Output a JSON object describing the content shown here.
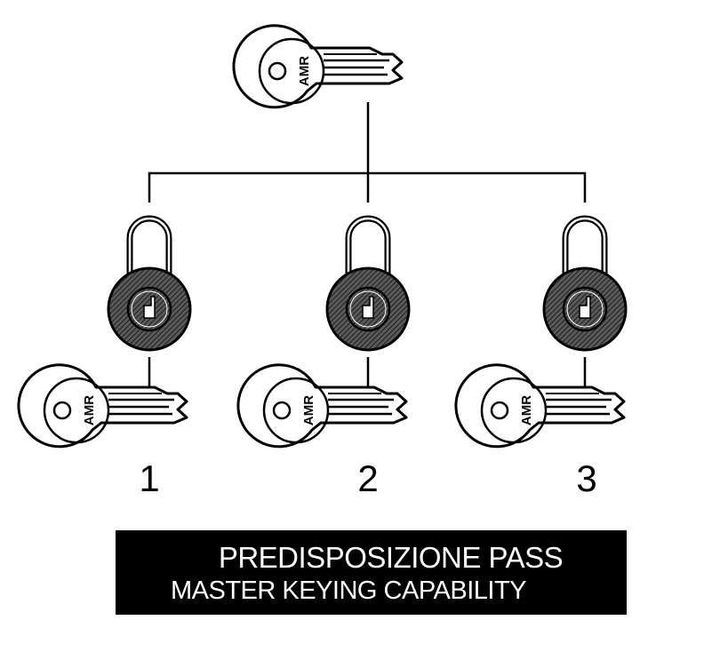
{
  "diagram": {
    "master_key": {
      "icon": "key-icon",
      "brand": "AMR"
    },
    "locks": [
      {
        "icon": "padlock-icon",
        "number": "1",
        "key_brand": "AMR"
      },
      {
        "icon": "padlock-icon",
        "number": "2",
        "key_brand": "AMR"
      },
      {
        "icon": "padlock-icon",
        "number": "3",
        "key_brand": "AMR"
      }
    ]
  },
  "caption": {
    "line1": "PREDISPOSIZIONE PASS",
    "line2": "MASTER KEYING CAPABILITY"
  },
  "colors": {
    "ink": "#000000",
    "lock_fill": "#3d3d3d",
    "background": "#ffffff"
  }
}
